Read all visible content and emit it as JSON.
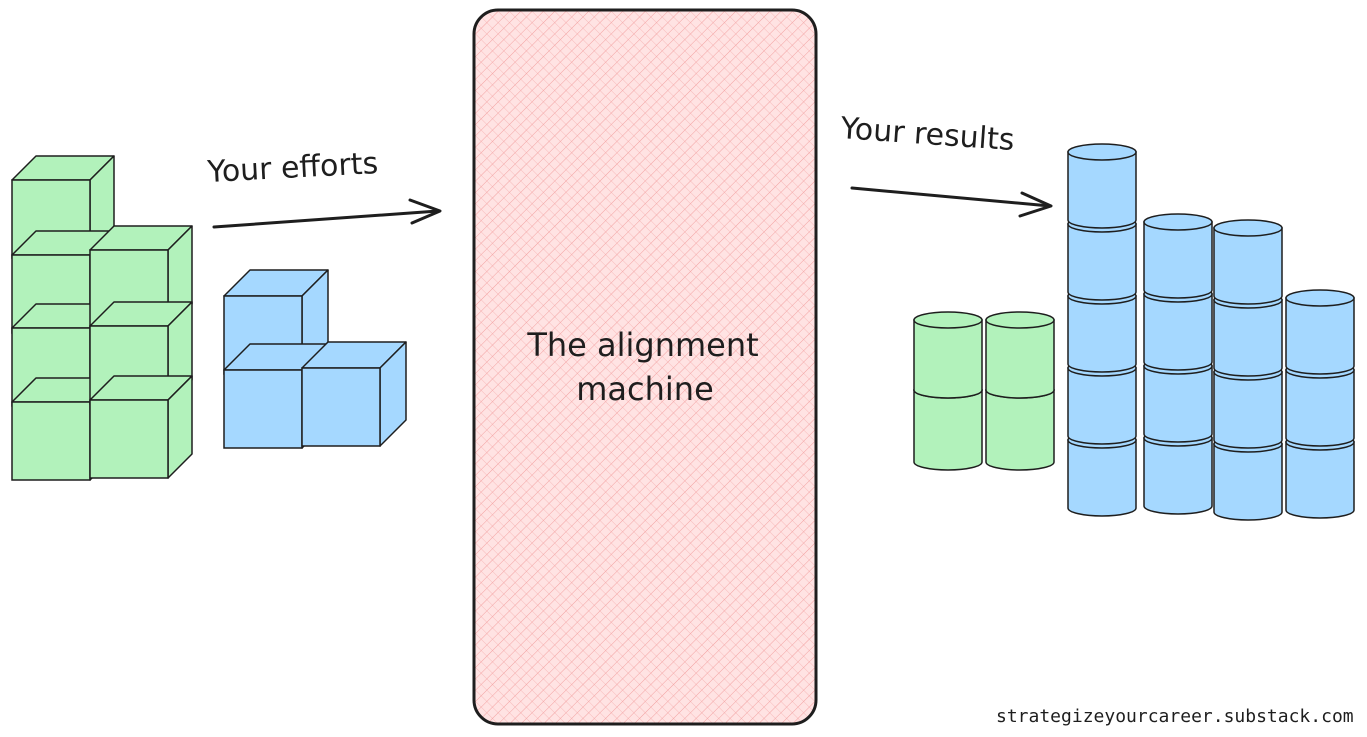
{
  "labels": {
    "efforts": "Your efforts",
    "results": "Your results",
    "machine_line1": "The alignment",
    "machine_line2": "machine",
    "url": "strategizeyourcareer.substack.com"
  },
  "colors": {
    "green": "#b2f2bb",
    "blue": "#a5d8ff",
    "machine_fill": "#ffc9c9",
    "ink": "#1e1e1e"
  },
  "icons": {
    "efforts_arrow": "arrow-right",
    "results_arrow": "arrow-right"
  }
}
